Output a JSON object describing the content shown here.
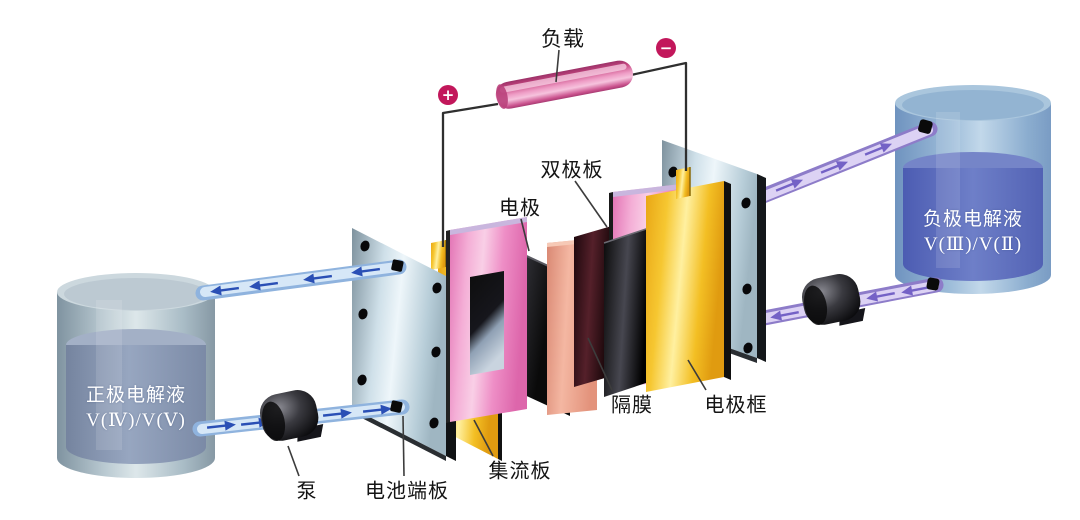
{
  "diagram": {
    "type": "vanadium-redox-flow-battery-exploded-diagram",
    "labels": {
      "load": "负载",
      "electrode": "电极",
      "bipolar_plate": "双极板",
      "membrane": "隔膜",
      "electrode_frame": "电极框",
      "current_collector": "集流板",
      "cell_end_plate": "电池端板",
      "pump": "泵"
    },
    "tanks": {
      "left": {
        "line1": "正极电解液",
        "line2": "V(Ⅳ)/V(Ⅴ)"
      },
      "right": {
        "line1": "负极电解液",
        "line2": "V(Ⅲ)/V(Ⅱ)"
      }
    },
    "terminals": {
      "positive": "+",
      "negative": "−"
    },
    "flow": {
      "top_left_pipe_direction": "toward-left-tank",
      "bottom_left_pipe_direction": "toward-cell",
      "top_right_pipe_direction": "toward-right-tank",
      "bottom_right_pipe_direction": "toward-cell"
    },
    "colors": {
      "terminal_red": "#c2175b",
      "load_pink": "#e06ba0",
      "frame_pink": "#f0a0ce",
      "collector_yellow": "#f7c933",
      "end_plate_silver": "#cfe0e9",
      "membrane_salmon": "#f0ab96",
      "electrode_black": "#1a1a1a",
      "left_pipe_blue": "#aac9ec",
      "left_arrow_blue": "#2a4fb5",
      "right_pipe_purple": "#b3a3e0",
      "right_arrow_purple": "#7462c6",
      "left_tank_liquid": "#8796b4",
      "right_tank_liquid": "#5e6ec0"
    }
  }
}
